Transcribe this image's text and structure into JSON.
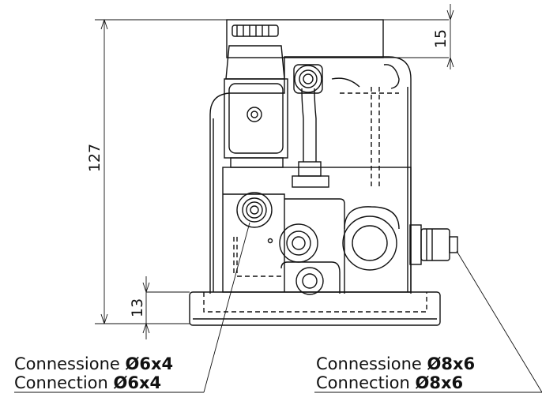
{
  "dimensions": {
    "height_total": "127",
    "top_offset": "15",
    "base_height": "13"
  },
  "callouts": {
    "left": {
      "line1_prefix": "Connessione ",
      "line1_value": "Ø6x4",
      "line2_prefix": "Connection ",
      "line2_value": "Ø6x4"
    },
    "right": {
      "line1_prefix": "Connessione ",
      "line1_value": "Ø8x6",
      "line2_prefix": "Connection ",
      "line2_value": "Ø8x6"
    }
  }
}
